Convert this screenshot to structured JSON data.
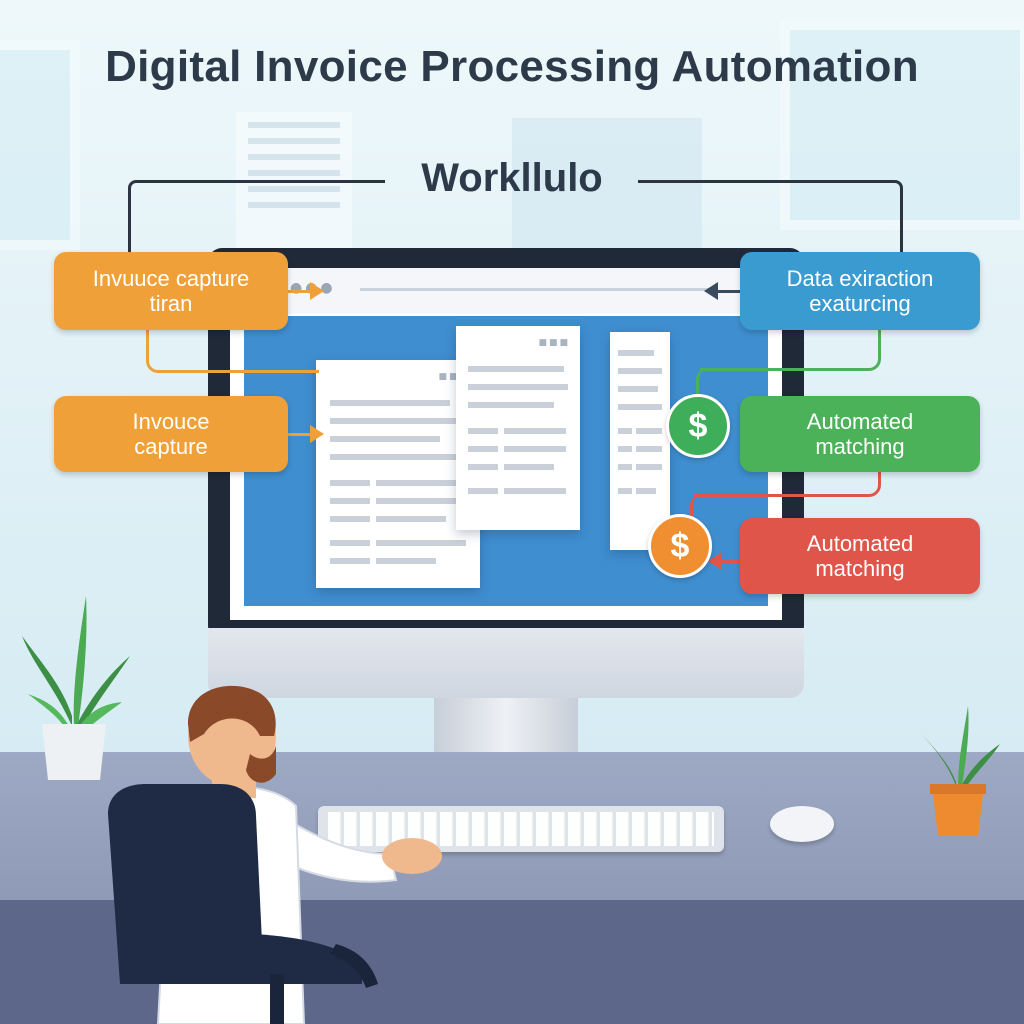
{
  "page_title": "Digital Invoice Processing Automation",
  "workflow_title": "Workllulo",
  "steps": [
    {
      "label_line1": "Invuuce capture",
      "label_line2": "tiran",
      "color": "#f0a038"
    },
    {
      "label_line1": "Invouce",
      "label_line2": "capture",
      "color": "#f0a038"
    },
    {
      "label_line1": "Data exiraction",
      "label_line2": "exaturcing",
      "color": "#3a9bd1"
    },
    {
      "label_line1": "Automated",
      "label_line2": "matching",
      "color": "#4cb25a"
    },
    {
      "label_line1": "Automated",
      "label_line2": "matching",
      "color": "#e0554a"
    }
  ],
  "badges": [
    {
      "symbol": "$",
      "color": "#3fae5a"
    },
    {
      "symbol": "$",
      "color": "#f08f32"
    }
  ],
  "icons": [
    "dollar-icon",
    "arrow-right-icon",
    "arrow-left-icon",
    "plant-icon",
    "person-icon",
    "chair-icon",
    "keyboard-icon",
    "mouse-icon",
    "monitor-icon",
    "invoice-document-icon"
  ]
}
